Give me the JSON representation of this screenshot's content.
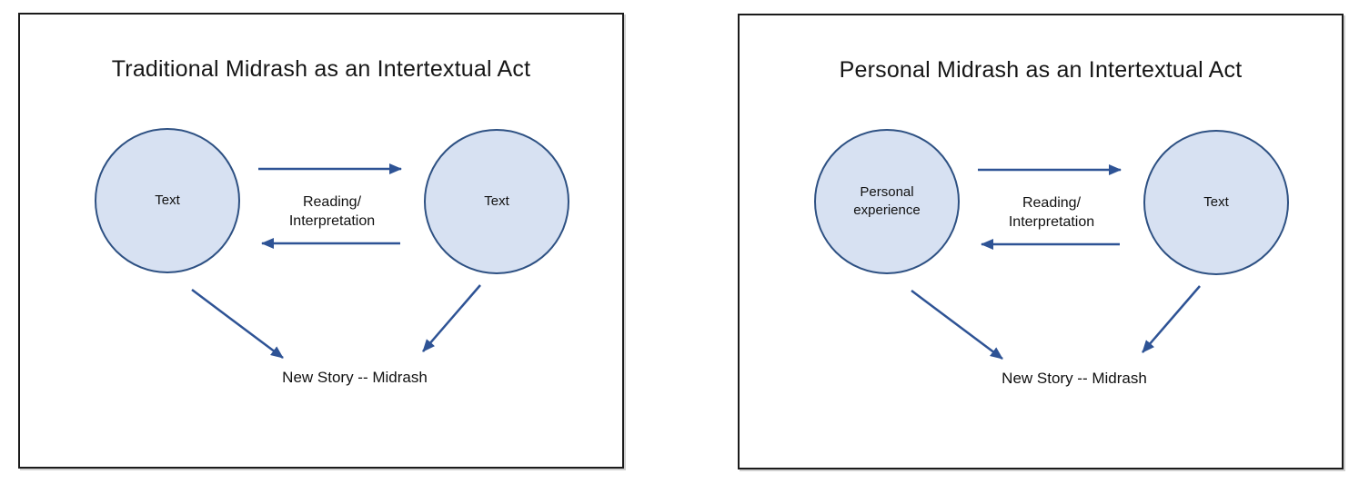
{
  "colors": {
    "circle_fill": "#d7e1f2",
    "circle_stroke": "#2e5183",
    "arrow": "#2e5395",
    "frame_border": "#1b1b1b",
    "text": "#111111"
  },
  "diagrams": [
    {
      "title": "Traditional Midrash as an Intertextual Act",
      "left_circle_label": "Text",
      "right_circle_label": "Text",
      "between_label": "Reading/\nInterpretation",
      "bottom_label": "New Story -- Midrash"
    },
    {
      "title": "Personal Midrash as an Intertextual Act",
      "left_circle_label": "Personal\nexperience",
      "right_circle_label": "Text",
      "between_label": "Reading/\nInterpretation",
      "bottom_label": "New Story -- Midrash"
    }
  ]
}
